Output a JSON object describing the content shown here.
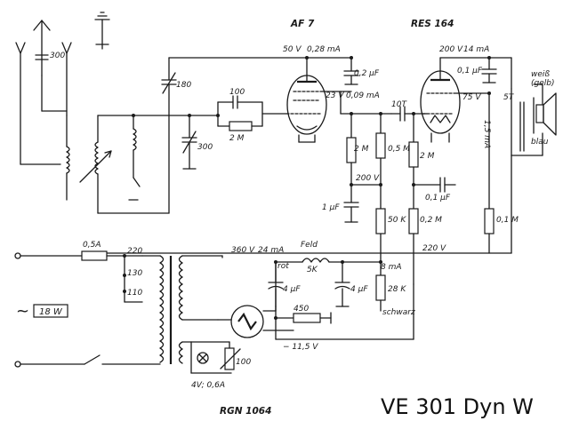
{
  "title": "VE 301 Dyn W",
  "tubes": {
    "detector": "AF 7",
    "output": "RES 164",
    "rectifier": "RGN 1064"
  },
  "resistors": {
    "grid_leak": "2 M",
    "af7_plate_load": "2 M",
    "res164_grid": "2 M",
    "load_05m": "0,5 M",
    "screen_50k": "50 K",
    "grid_02m": "0,2 M",
    "screen_01m": "0,1 M",
    "bias_28k": "28 K",
    "bias_450": "450",
    "filter_5k": "5K"
  },
  "capacitors": {
    "antenna": "300",
    "tuning": "180",
    "tuning2": "300",
    "grid": "100",
    "bypass_plate": "0,2 µF",
    "decoupling": "1 µF",
    "coupling": "10T",
    "screen_bypass": "0,1 µF",
    "plate_bypass": "0,1 µF",
    "filter_1": "4 µF",
    "filter_2": "4 µF"
  },
  "voltages": {
    "af7_plate_supply": "50 V",
    "af7_plate_current": "0,28 mA",
    "af7_screen": "23 V",
    "af7_screen_current": "0,09 mA",
    "mid": "200 V",
    "res_plate": "200 V",
    "res_plate_current": "14 mA",
    "res_screen": "75 V",
    "res_screen_current": "1,5 mA",
    "hv": "360 V",
    "hv_current": "24 mA",
    "b_plus": "220 V",
    "bias_current": "8 mA",
    "neg_bias": "− 11,5 V"
  },
  "labels": {
    "fuse": "0,5A",
    "tap_220": "220",
    "tap_130": "130",
    "tap_110": "110",
    "power": "18 W",
    "ac": "~",
    "field": "Feld",
    "red": "rot",
    "black": "schwarz",
    "white_yellow_1": "weiß",
    "white_yellow_2": "(gelb)",
    "blue": "blau",
    "output_transformer": "5T",
    "heater": "4V; 0,6A",
    "pilot_r": "100"
  }
}
